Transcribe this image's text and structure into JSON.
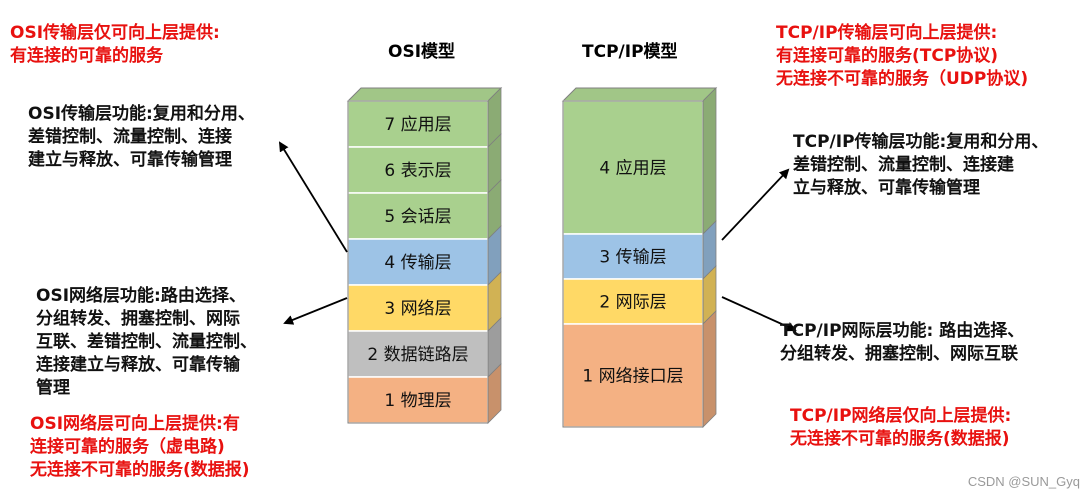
{
  "osi": {
    "title": "OSI模型",
    "layers": [
      {
        "label": "7  应用层",
        "color": "#a9d08e"
      },
      {
        "label": "6  表示层",
        "color": "#a9d08e"
      },
      {
        "label": "5  会话层",
        "color": "#a9d08e"
      },
      {
        "label": "4  传输层",
        "color": "#9dc3e6"
      },
      {
        "label": "3  网络层",
        "color": "#ffd966"
      },
      {
        "label": "2 数据链路层",
        "color": "#bfbfbf"
      },
      {
        "label": "1  物理层",
        "color": "#f4b183"
      }
    ],
    "transport_provides": [
      "OSI传输层仅可向上层提供:",
      "有连接的可靠的服务"
    ],
    "transport_function": [
      "OSI传输层功能:复用和分用、",
      "差错控制、流量控制、连接",
      "建立与释放、可靠传输管理"
    ],
    "network_function": [
      "OSI网络层功能:路由选择、",
      "分组转发、拥塞控制、网际",
      "互联、差错控制、流量控制、",
      "连接建立与释放、可靠传输",
      "管理"
    ],
    "network_provides": [
      "OSI网络层可向上层提供:有",
      "连接可靠的服务（虚电路)",
      "无连接不可靠的服务(数据报)"
    ]
  },
  "tcpip": {
    "title": "TCP/IP模型",
    "layers": [
      {
        "label": "4 应用层",
        "color": "#a9d08e"
      },
      {
        "label": "3  传输层",
        "color": "#9dc3e6"
      },
      {
        "label": "2  网际层",
        "color": "#ffd966"
      },
      {
        "label": "1 网络接口层",
        "color": "#f4b183"
      }
    ],
    "transport_provides": [
      "TCP/IP传输层可向上层提供:",
      "有连接可靠的服务(TCP协议)",
      "无连接不可靠的服务（UDP协议)"
    ],
    "transport_function": [
      "TCP/IP传输层功能:复用和分用、",
      "差错控制、流量控制、连接建",
      "立与释放、可靠传输管理"
    ],
    "internet_function": [
      "TCP/IP网际层功能: 路由选择、",
      "分组转发、拥塞控制、网际互联"
    ],
    "internet_provides": [
      "TCP/IP网络层仅向上层提供:",
      "无连接不可靠的服务(数据报)"
    ]
  },
  "watermark": "CSDN @SUN_Gyq"
}
